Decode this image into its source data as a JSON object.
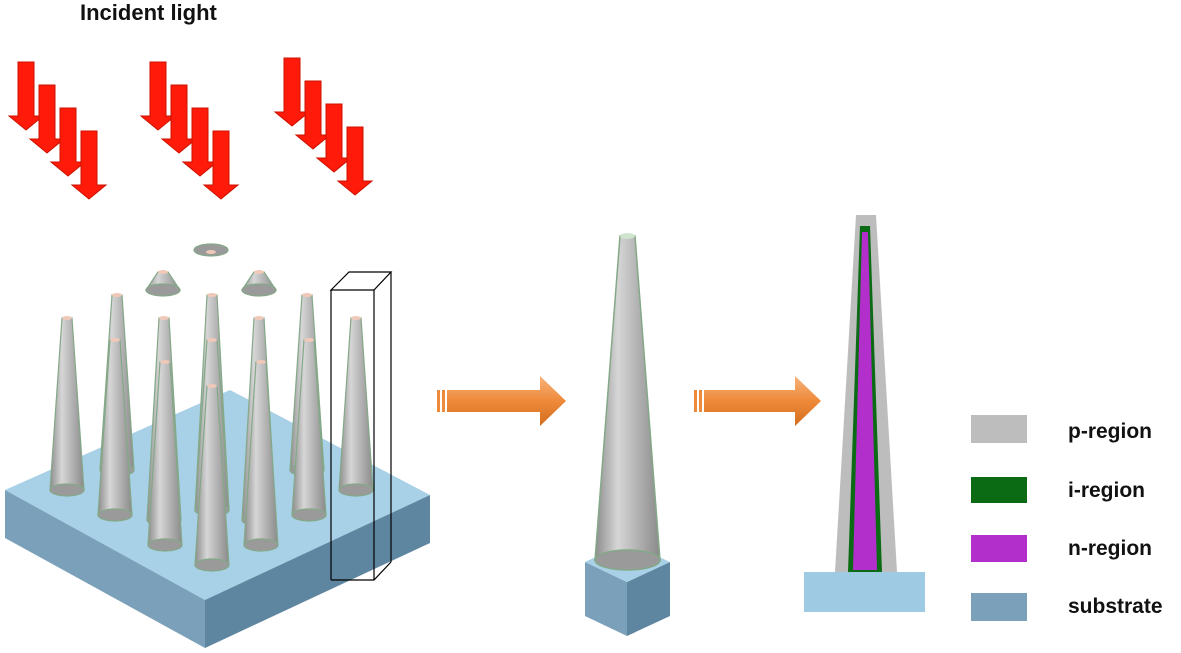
{
  "title": "Incident light",
  "legend": [
    {
      "label": "p-region",
      "color": "#bdbdbd",
      "icon": "p-region-swatch"
    },
    {
      "label": "i-region",
      "color": "#0a6b14",
      "icon": "i-region-swatch"
    },
    {
      "label": "n-region",
      "color": "#b32fcc",
      "icon": "n-region-swatch"
    },
    {
      "label": "substrate",
      "color": "#7aa0ba",
      "icon": "substrate-swatch"
    }
  ],
  "colors": {
    "arrow_light": "#ff1a0a",
    "arrow_process": "#ee8a3a",
    "substrate_top": "#a8d0e6",
    "substrate_side": "#7aa0ba",
    "nanocone": "#a7a7a7",
    "p_region": "#bdbdbd",
    "i_region": "#0a6b14",
    "n_region": "#b32fcc",
    "cross_section_base": "#9ecbe3"
  }
}
